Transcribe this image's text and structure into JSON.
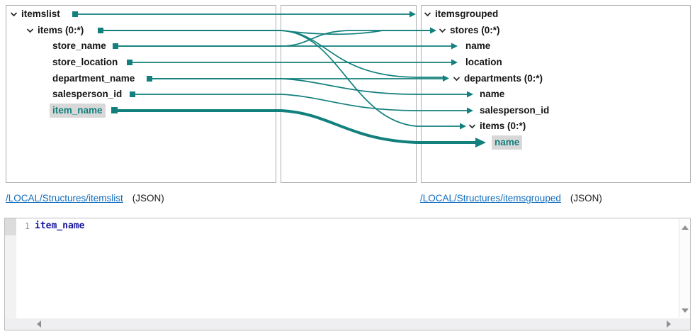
{
  "colors": {
    "accent": "#12807d",
    "link": "#0f6cbd",
    "selected_bg": "#d8d8d8",
    "code_text": "#16169e"
  },
  "source_tree": {
    "link": "/LOCAL/Structures/itemslist",
    "format_label": "(JSON)",
    "nodes": [
      {
        "label": "itemslist",
        "level": 0,
        "expandable": true
      },
      {
        "label": "items (0:*)",
        "level": 1,
        "expandable": true
      },
      {
        "label": "store_name",
        "level": 2
      },
      {
        "label": "store_location",
        "level": 2
      },
      {
        "label": "department_name",
        "level": 2
      },
      {
        "label": "salesperson_id",
        "level": 2
      },
      {
        "label": "item_name",
        "level": 2,
        "selected": true
      }
    ]
  },
  "target_tree": {
    "link": "/LOCAL/Structures/itemsgrouped",
    "format_label": "(JSON)",
    "nodes": [
      {
        "label": "itemsgrouped",
        "level": 0,
        "expandable": true
      },
      {
        "label": "stores (0:*)",
        "level": 1,
        "expandable": true,
        "mapped": true
      },
      {
        "label": "name",
        "level": 2,
        "mapped": true
      },
      {
        "label": "location",
        "level": 2,
        "mapped": true
      },
      {
        "label": "departments (0:*)",
        "level": 2,
        "expandable": true,
        "mapped": true
      },
      {
        "label": "name",
        "level": 3,
        "mapped": true
      },
      {
        "label": "salesperson_id",
        "level": 3,
        "mapped": true
      },
      {
        "label": "items (0:*)",
        "level": 3,
        "expandable": true,
        "mapped": true
      },
      {
        "label": "name",
        "level": 4,
        "mapped": true,
        "selected": true
      }
    ]
  },
  "mappings": [
    {
      "from": "itemslist",
      "to": "itemsgrouped"
    },
    {
      "from": "items",
      "to": "stores"
    },
    {
      "from": "store_name",
      "to": "stores"
    },
    {
      "from": "store_name",
      "to": "stores/name"
    },
    {
      "from": "store_location",
      "to": "stores/location"
    },
    {
      "from": "items",
      "to": "stores/departments"
    },
    {
      "from": "department_name",
      "to": "stores/departments"
    },
    {
      "from": "department_name",
      "to": "stores/departments/name"
    },
    {
      "from": "salesperson_id",
      "to": "stores/departments/salesperson_id"
    },
    {
      "from": "items",
      "to": "stores/departments/items"
    },
    {
      "from": "item_name",
      "to": "stores/departments/items/name",
      "selected": true
    }
  ],
  "editor": {
    "line_number": "1",
    "content": "item_name"
  }
}
